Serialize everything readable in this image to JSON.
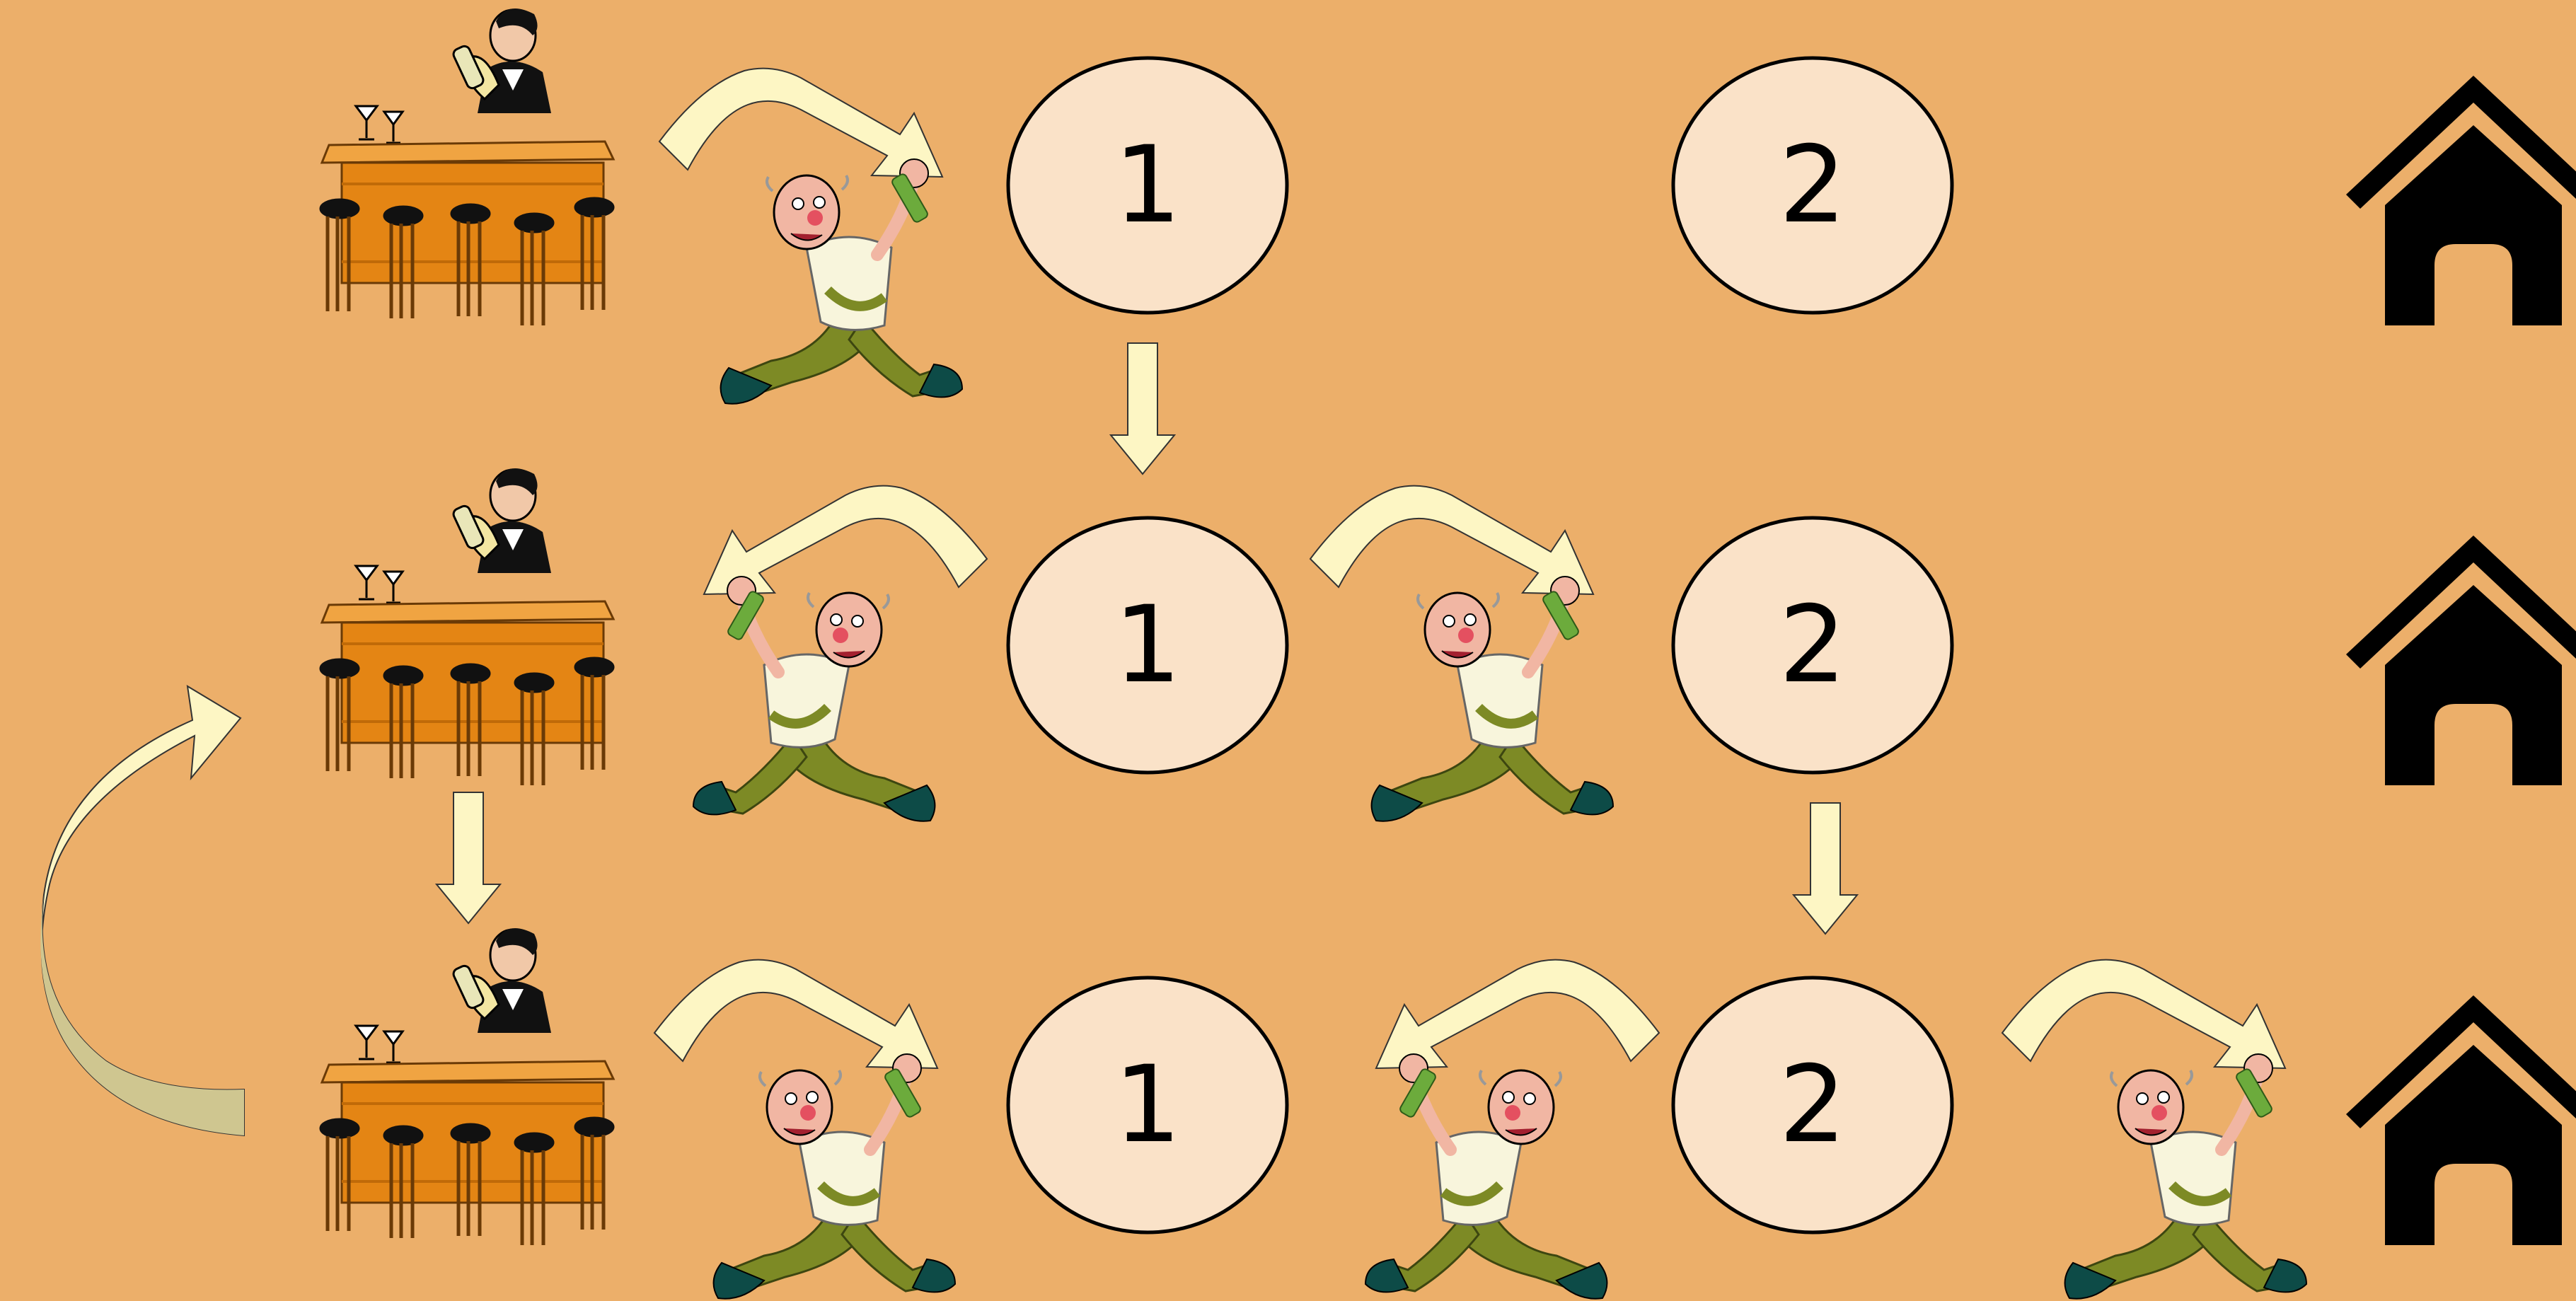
{
  "colors": {
    "background": "#ecaf6a",
    "circle_fill": "#fae2c8",
    "arrow_fill": "#fdf6c4",
    "house": "#000000",
    "bar_counter": "#e48514",
    "pants": "#7d8a25",
    "shirt": "#f8f5dc",
    "skin": "#f1b6a3",
    "shoes": "#0d4b47"
  },
  "icons": {
    "bartender": "bartender-icon",
    "drunkard": "drunkard-icon",
    "house": "house-icon",
    "arrow": "curved-arrow-icon"
  },
  "rows": [
    {
      "nodes": [
        {
          "label": "1"
        },
        {
          "label": "2"
        }
      ],
      "drunkards": [
        {
          "direction": "right"
        }
      ]
    },
    {
      "nodes": [
        {
          "label": "1"
        },
        {
          "label": "2"
        }
      ],
      "drunkards": [
        {
          "direction": "left"
        },
        {
          "direction": "right"
        }
      ]
    },
    {
      "nodes": [
        {
          "label": "1"
        },
        {
          "label": "2"
        }
      ],
      "drunkards": [
        {
          "direction": "right"
        },
        {
          "direction": "left"
        },
        {
          "direction": "right"
        }
      ]
    }
  ]
}
